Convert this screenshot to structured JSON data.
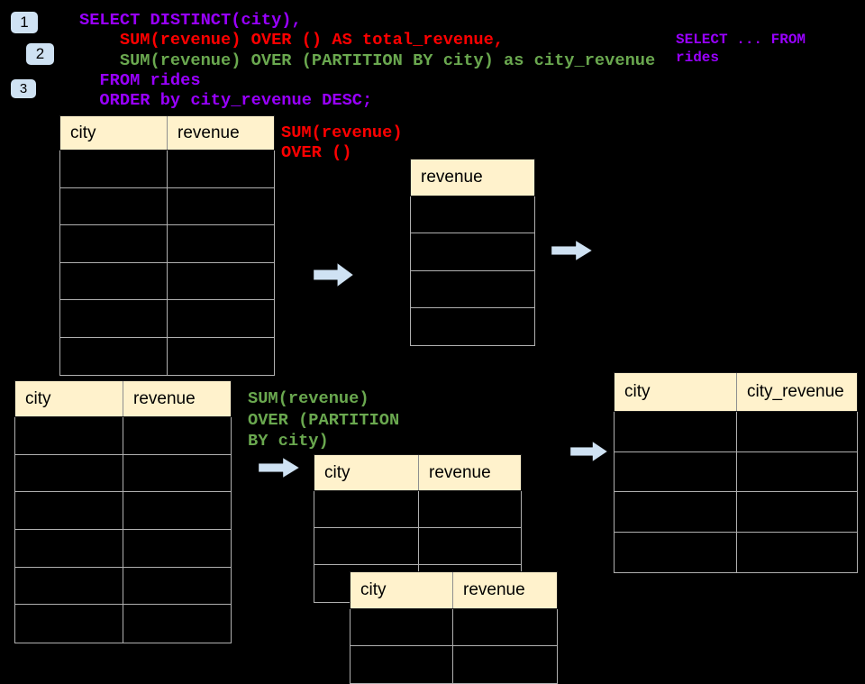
{
  "palette": {
    "background": "#000000",
    "header_fill": "#fff2cc",
    "grid_line": "#b0b0b0",
    "arrow_fill": "#cfe2f3",
    "badge_fill": "#cfe2f3",
    "purple": "#9900ff",
    "red": "#ff0000",
    "green": "#6aa84f"
  },
  "badges": [
    {
      "label": "1"
    },
    {
      "label": "2"
    },
    {
      "label": "3"
    }
  ],
  "code_blocks": {
    "main_sql": {
      "lines": [
        {
          "text": "SELECT DISTINCT(city),",
          "color": "#9900ff"
        },
        {
          "text": "    SUM(revenue) OVER () AS total_revenue,",
          "color": "#ff0000"
        },
        {
          "text": "    SUM(revenue) OVER (PARTITION BY city) as city_revenue",
          "color": "#6aa84f"
        },
        {
          "text": "  FROM rides",
          "color": "#9900ff"
        },
        {
          "text": "  ORDER by city_revenue DESC;",
          "color": "#9900ff"
        }
      ]
    },
    "side_note": {
      "lines": [
        {
          "text": "SELECT ... FROM",
          "color": "#9900ff"
        },
        {
          "text": "rides",
          "color": "#9900ff"
        }
      ]
    },
    "annot_total": {
      "lines": [
        {
          "text": "SUM(revenue)",
          "color": "#ff0000"
        },
        {
          "text": "OVER ()",
          "color": "#ff0000"
        }
      ]
    },
    "annot_partition": {
      "lines": [
        {
          "text": "SUM(revenue)",
          "color": "#6aa84f"
        },
        {
          "text": "OVER (PARTITION",
          "color": "#6aa84f"
        },
        {
          "text": "BY city)",
          "color": "#6aa84f"
        }
      ]
    }
  },
  "tables": {
    "rides_input": {
      "columns": [
        "city",
        "revenue"
      ],
      "empty_rows": 6
    },
    "total_result": {
      "columns": [
        "revenue"
      ],
      "empty_rows": 4
    },
    "partition_input": {
      "columns": [
        "city",
        "revenue"
      ],
      "empty_rows": 6
    },
    "partition_mid": {
      "columns": [
        "city",
        "revenue"
      ],
      "empty_rows": 3
    },
    "partition_front": {
      "columns": [
        "city",
        "revenue"
      ],
      "empty_rows": 2
    },
    "city_revenue_result": {
      "columns": [
        "city",
        "city_revenue"
      ],
      "empty_rows": 4
    }
  }
}
